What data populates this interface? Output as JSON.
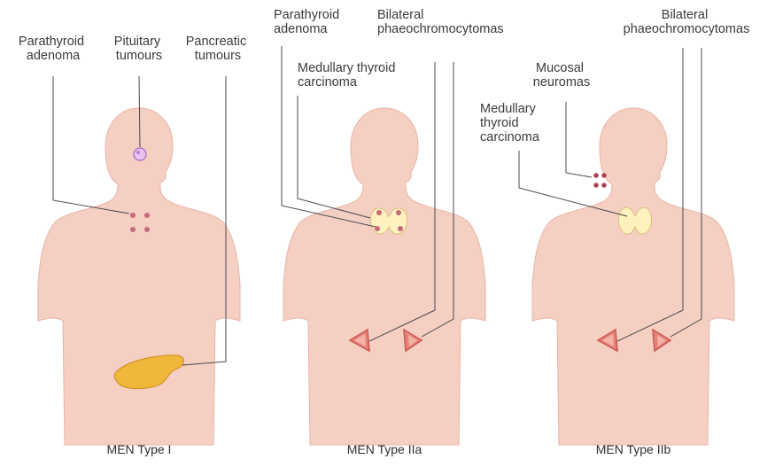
{
  "figures": [
    {
      "caption": "MEN Type I",
      "labels": {
        "parathyroid": [
          "Parathyroid",
          "adenoma"
        ],
        "pituitary": [
          "Pituitary",
          "tumours"
        ],
        "pancreatic": [
          "Pancreatic",
          "tumours"
        ]
      }
    },
    {
      "caption": "MEN Type IIa",
      "labels": {
        "parathyroid": [
          "Parathyroid",
          "adenoma"
        ],
        "phaeo": [
          "Bilateral",
          "phaeochromocytomas"
        ],
        "medullary": [
          "Medullary thyroid",
          "carcinoma"
        ]
      }
    },
    {
      "caption": "MEN Type IIb",
      "labels": {
        "phaeo": [
          "Bilateral",
          "phaeochromocytomas"
        ],
        "mucosal": [
          "Mucosal",
          "neuromas"
        ],
        "medullary": [
          "Medullary",
          "thyroid",
          "carcinoma"
        ]
      }
    }
  ],
  "colors": {
    "skin": "#f6cfc3",
    "skin_outline": "#e7b4a6",
    "parathyroid": "#c46a7a",
    "pituitary": "#b07ad0",
    "pancreas": "#f1b73a",
    "thyroid": "#fdf1c0",
    "adrenal": "#e8837a"
  }
}
